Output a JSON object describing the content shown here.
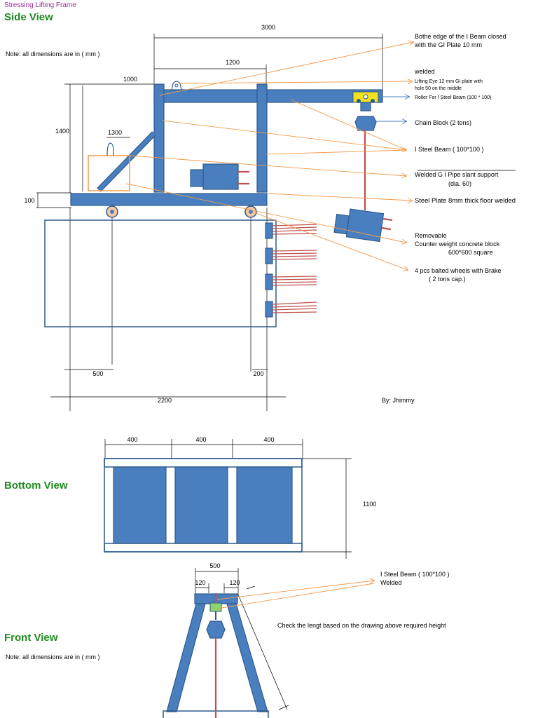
{
  "page_title": "Stressing Lifting Frame",
  "views": {
    "side": "Side View",
    "bottom": "Bottom View",
    "front": "Front View"
  },
  "notes": {
    "side_note": "Note: all dimensions are in ( mm )",
    "front_note": "Note: all dimensions are in ( mm )",
    "author": "By: Jhimmy",
    "front_check": "Check the lengt based on the drawing above  required height"
  },
  "side_dimensions": {
    "d3000": "3000",
    "d1200": "1200",
    "d1000": "1000",
    "d1400": "1400",
    "d1300": "1300",
    "d100": "100",
    "d500": "500",
    "d200": "200",
    "d2200": "2200"
  },
  "side_labels": {
    "closed_1": "Bothe edge of the I Beam closed",
    "closed_2": "with the GI Plate 10 mm",
    "welded": "welded",
    "eye_1": "Lifting Eye 12 mm GI plate with",
    "eye_2": "hole 50 on the middle",
    "roller": "Roller For I Steel Beam  (100 * 100)",
    "chain_block": "Chain Block  (2 tons)",
    "ibeam": "I Steel Beam ( 100*100 )",
    "pipe_1": "Welded G I Pipe slant support",
    "pipe_2": "(dia. 60)",
    "plate": "Steel Plate 8mm thick  floor welded",
    "block_1": "Removable",
    "block_2": "Counter weight concrete block",
    "block_3": "600*600 square",
    "wheels_1": "4 pcs balted wheels with Brake",
    "wheels_2": "( 2 tons cap.)"
  },
  "bottom_dimensions": {
    "w1": "400",
    "w2": "400",
    "w3": "400",
    "h": "1100"
  },
  "front_dimensions": {
    "top": "500",
    "left": "120",
    "right": "120"
  },
  "front_labels": {
    "ibeam": "I Steel Beam ( 100*100 )",
    "welded": "Welded"
  },
  "colors": {
    "steel": "#4a7fbf",
    "leader": "#f39a4a",
    "rope": "#c0504d",
    "heading": "#1e8a1e",
    "title": "#9b2d9b",
    "roller": "#f2e21b"
  }
}
